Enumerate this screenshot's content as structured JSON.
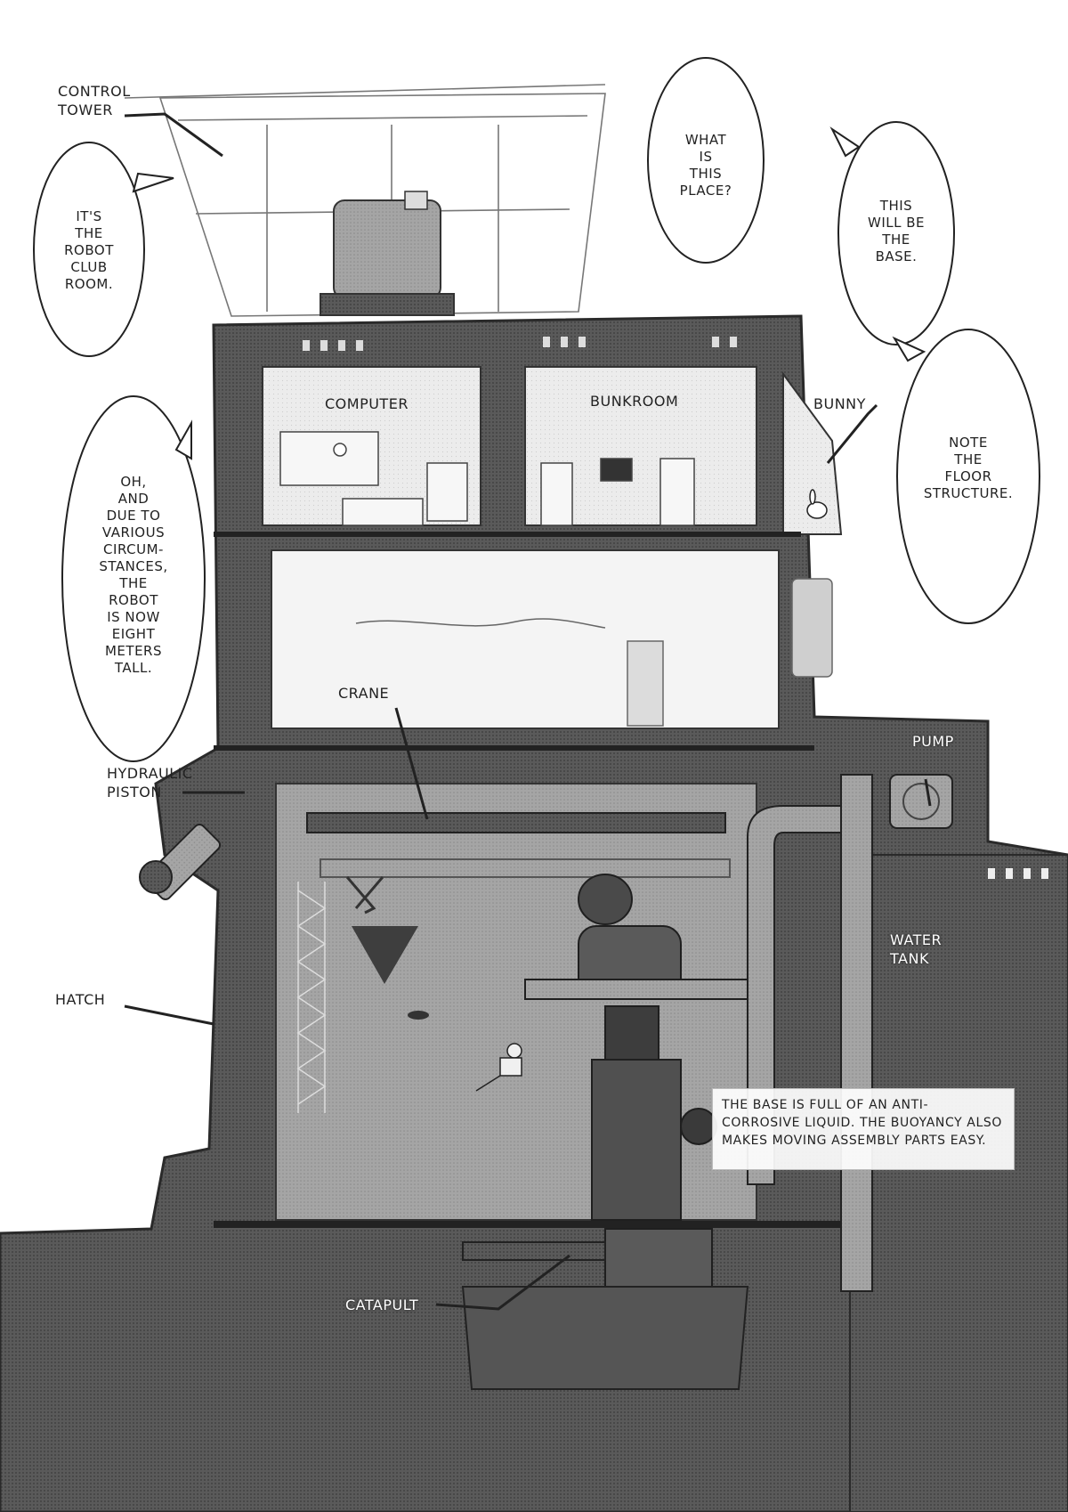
{
  "colors": {
    "structure": "#4a4a4a",
    "structure_light": "#7d7d7d",
    "room_fill": "#e8e8e8",
    "water": "#9a9a9a",
    "ink": "#222222",
    "paper": "#ffffff"
  },
  "bubbles": {
    "what_is": "WHAT\nIS\nTHIS\nPLACE?",
    "robot_club": "IT'S\nTHE\nROBOT\nCLUB\nROOM.",
    "the_base": "THIS\nWILL BE\nTHE\nBASE.",
    "floor": "NOTE\nTHE\nFLOOR\nSTRUCTURE.",
    "eight_meters": "OH,\nAND\nDUE TO\nVARIOUS\nCIRCUM-\nSTANCES,\nTHE\nROBOT\nIS NOW\nEIGHT\nMETERS\nTALL."
  },
  "labels": {
    "control_tower": "CONTROL\nTOWER",
    "computer": "COMPUTER",
    "bunkroom": "BUNKROOM",
    "bunny": "BUNNY",
    "crane": "CRANE",
    "hydraulic_piston": "HYDRAULIC\nPISTON",
    "pump": "PUMP",
    "water_tank": "WATER\nTANK",
    "hatch": "HATCH",
    "catapult": "CATAPULT"
  },
  "note": "THE BASE IS FULL OF AN ANTI-CORROSIVE LIQUID. THE BUOYANCY ALSO MAKES MOVING ASSEMBLY PARTS EASY."
}
